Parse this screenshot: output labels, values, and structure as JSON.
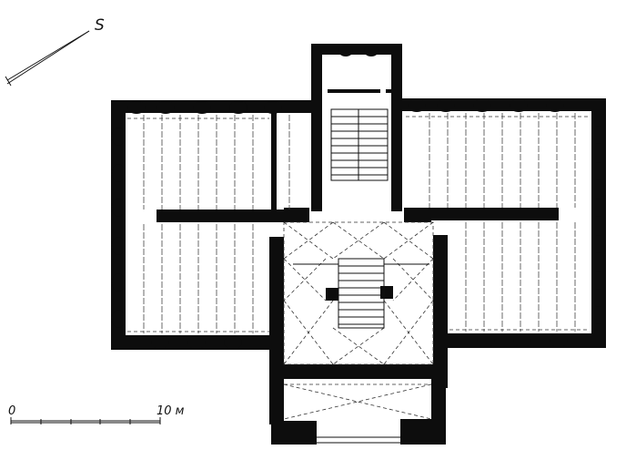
{
  "compass": {
    "label": "S"
  },
  "scale": {
    "start_label": "0",
    "end_label": "10 м"
  },
  "colors": {
    "ink": "#0d0d0d",
    "paper": "#ffffff"
  }
}
